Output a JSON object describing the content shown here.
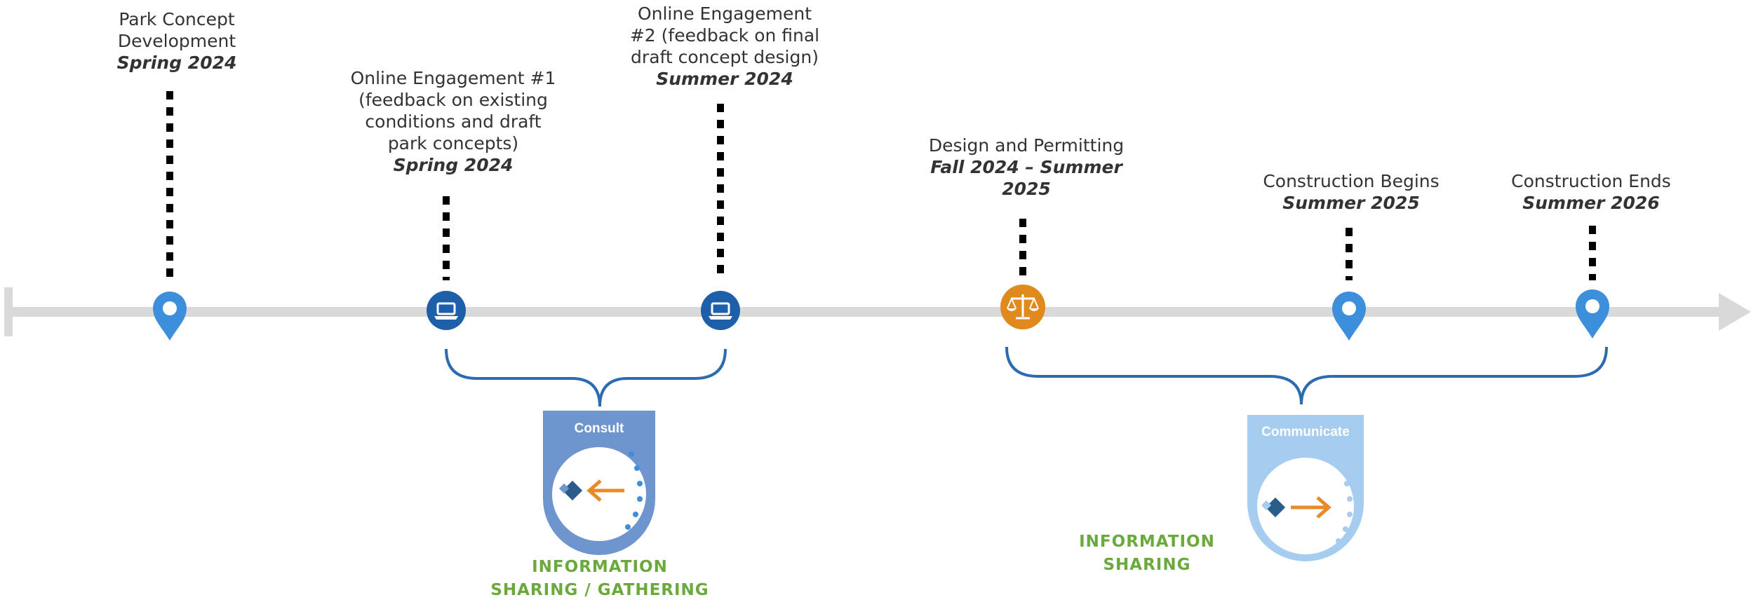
{
  "colors": {
    "timeline": "#d9d9d9",
    "pin_blue": "#3d8fdc",
    "engagement_blue": "#1d5fa8",
    "permitting_orange": "#e08a1e",
    "bracket_blue": "#2b6cb0",
    "consult_badge": "#6f95cf",
    "communicate_badge": "#a6cdef",
    "arrow_orange": "#e88a2a",
    "info_green": "#6aaa3c",
    "connector": "#000000"
  },
  "milestones": [
    {
      "lines": [
        "Park Concept",
        "Development"
      ],
      "date": "Spring 2024",
      "icon": "map-pin-icon"
    },
    {
      "lines": [
        "Online Engagement #1",
        "(feedback on existing",
        "conditions and draft",
        "park concepts)"
      ],
      "date": "Spring 2024",
      "icon": "laptop-icon"
    },
    {
      "lines": [
        "Online Engagement",
        "#2 (feedback on final",
        "draft concept design)"
      ],
      "date": "Summer 2024",
      "icon": "laptop-icon"
    },
    {
      "lines": [
        "Design and Permitting"
      ],
      "date_lines": [
        "Fall 2024 – Summer",
        "2025"
      ],
      "icon": "scales-icon"
    },
    {
      "lines": [
        "Construction Begins"
      ],
      "date": "Summer 2025",
      "icon": "map-pin-icon"
    },
    {
      "lines": [
        "Construction Ends"
      ],
      "date": "Summer 2026",
      "icon": "map-pin-icon"
    }
  ],
  "badges": {
    "consult": {
      "title": "Consult",
      "icon": "consult-arrow-icon",
      "caption": [
        "INFORMATION",
        "SHARING / GATHERING"
      ]
    },
    "communicate": {
      "title": "Communicate",
      "icon": "communicate-arrow-icon",
      "caption": [
        "INFORMATION",
        "SHARING"
      ]
    }
  }
}
